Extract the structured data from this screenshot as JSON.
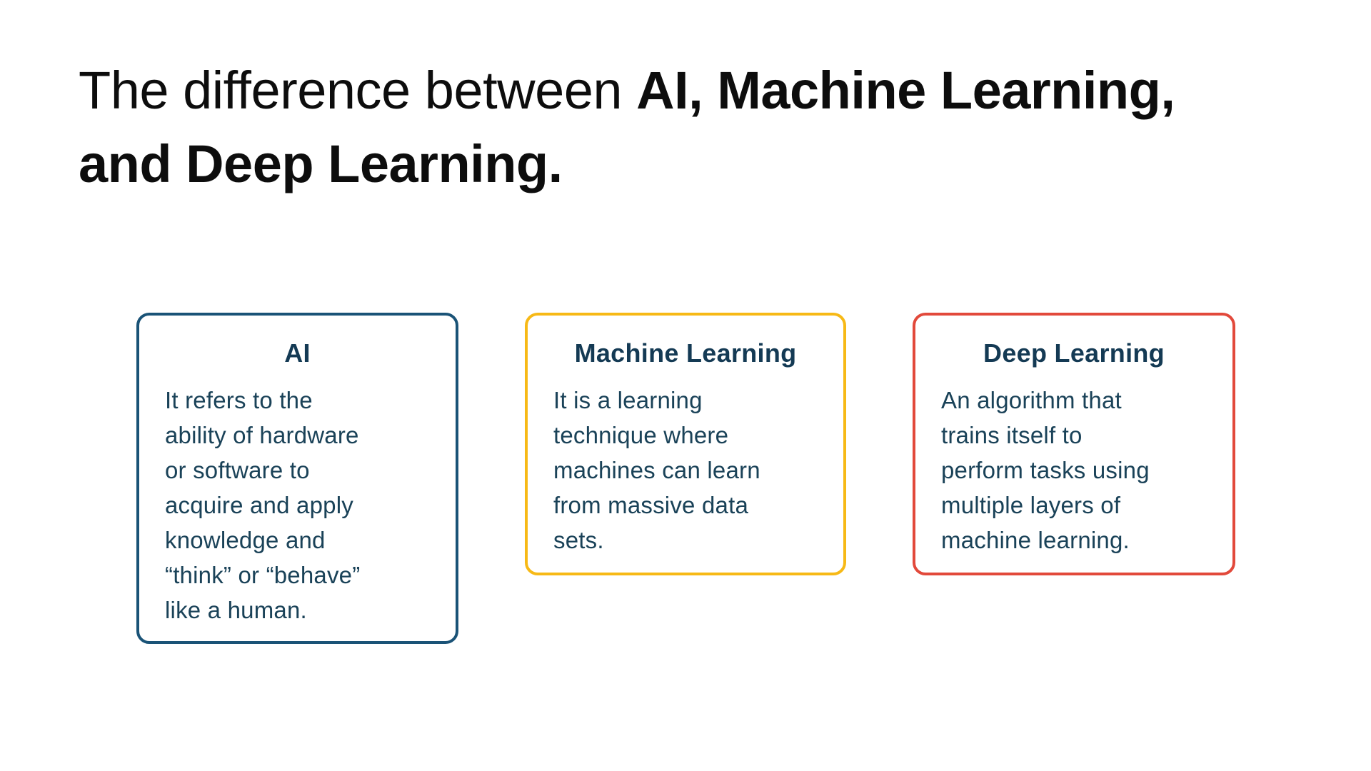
{
  "background": "#ffffff",
  "title": {
    "color": "#0d0d0d",
    "line1_regular": "The difference between ",
    "line1_bold": "AI, Machine Learning,",
    "line2_bold": "and Deep Learning."
  },
  "text_color": "#1a4258",
  "cards": [
    {
      "title": "AI",
      "border_color": "#1a5377",
      "lines": [
        "It refers to the",
        "ability of hardware",
        "or software to",
        "acquire and apply",
        "knowledge and",
        "“think” or “behave”",
        "like a human."
      ]
    },
    {
      "title": "Machine Learning",
      "border_color": "#f7b916",
      "lines": [
        "It is a learning",
        "technique where",
        "machines can learn",
        "from massive data",
        "sets."
      ]
    },
    {
      "title": "Deep Learning",
      "border_color": "#e2493b",
      "lines": [
        "An algorithm that",
        "trains itself to",
        "perform tasks using",
        "multiple layers of",
        "machine learning."
      ]
    }
  ]
}
